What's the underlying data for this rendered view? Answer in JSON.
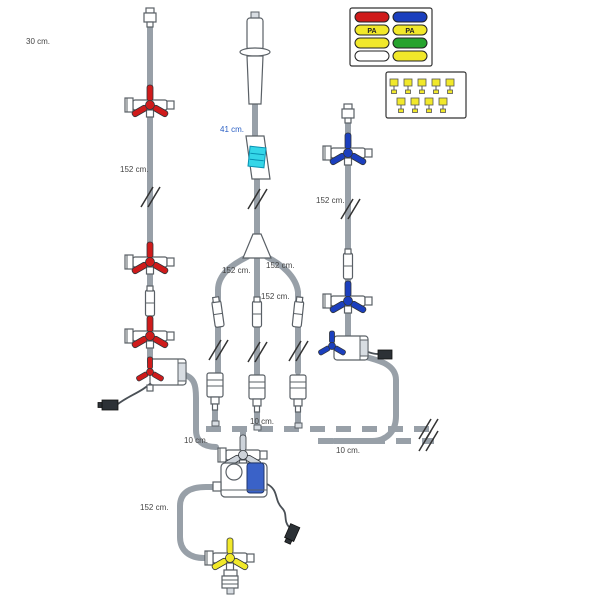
{
  "labels": {
    "seg_30": "30 cm.",
    "seg_41": "41 cm.",
    "seg_152_left": "152 cm.",
    "seg_152_branch_left": "152 cm.",
    "seg_152_branch_mid": "152 cm.",
    "seg_152_branch_right": "152 cm.",
    "seg_152_right": "152 cm.",
    "seg_152_bottom": "152 cm.",
    "seg_10_left": "10 cm.",
    "seg_10_mid": "10 cm.",
    "seg_10_right": "10 cm."
  },
  "legend": {
    "pa_left": "PA",
    "pa_right": "PA"
  },
  "colors": {
    "red": "#cf1b1b",
    "blue": "#1b3fbe",
    "cyan": "#35d6e8",
    "yellow": "#f1e82a",
    "green": "#26a32e",
    "white": "#ffffff",
    "handle_gray": "#cdd3da",
    "device_blue": "#3a62c8"
  }
}
